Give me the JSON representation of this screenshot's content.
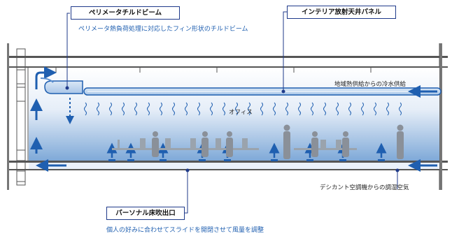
{
  "callouts": {
    "perimeter": {
      "title": "ペリメータチルドビーム",
      "subtitle": "ペリメータ熱負荷処理に対応したフィン形状のチルドビーム"
    },
    "panel": {
      "title": "インテリア放射天井パネル"
    },
    "floor_outlet": {
      "title": "パーソナル床吹出口",
      "subtitle": "個人の好みに合わせてスライドを開閉させて風量を調整"
    }
  },
  "labels": {
    "office": "オフィス",
    "district_cooling": "地域熱供給からの冷水供給",
    "desiccant": "デシカント空調機からの調湿空気"
  },
  "colors": {
    "accent_blue": "#1f5fb0",
    "box_border": "#1f3a8a",
    "room_gradient_bottom": "#7fa9d8",
    "structure": "#555555"
  }
}
